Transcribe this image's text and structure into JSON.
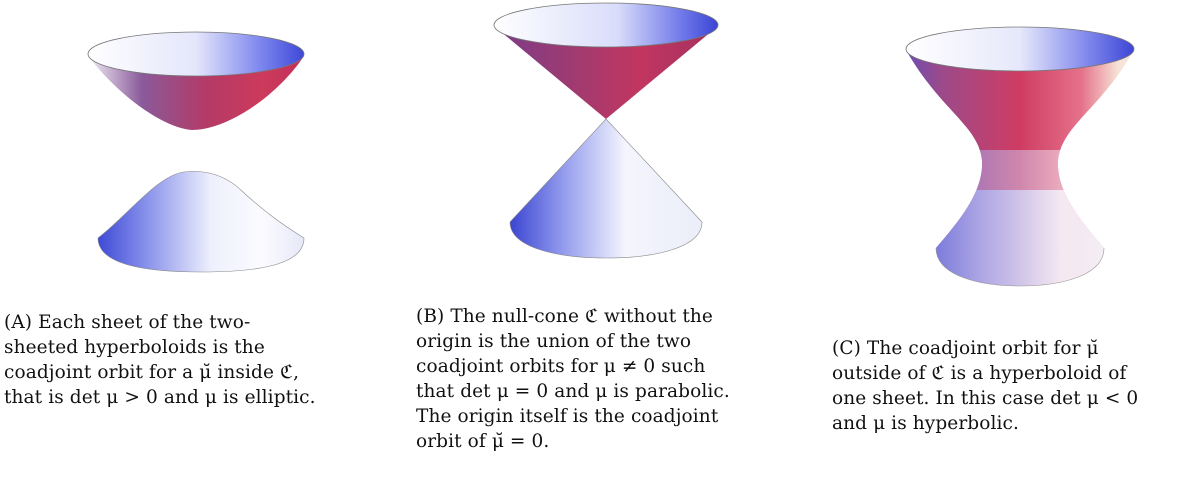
{
  "figures": [
    {
      "id": "A",
      "caption": {
        "label": "(A)",
        "lines": [
          "Each sheet of the two-",
          "sheeted hyperboloids is the",
          "coadjoint orbit for a μ̆ inside ℭ,",
          "that is det μ > 0 and μ is elliptic."
        ]
      }
    },
    {
      "id": "B",
      "caption": {
        "label": "(B)",
        "lines": [
          "The null-cone ℭ without the",
          "origin is the union of the two",
          "coadjoint orbits for μ ≠ 0 such",
          "that det μ = 0 and μ is parabolic.",
          "The origin itself is the coadjoint",
          "orbit of μ̆ = 0."
        ]
      }
    },
    {
      "id": "C",
      "caption": {
        "label": "(C)",
        "lines": [
          "The coadjoint orbit for μ̆",
          "outside of ℭ is a hyperboloid of",
          "one sheet. In this case det μ < 0",
          "and μ is hyperbolic."
        ]
      }
    }
  ],
  "colors": {
    "surface_red": "#c7335a",
    "surface_blue": "#4a55e0",
    "surface_white": "#f4f4fb",
    "surface_purple": "#7a3d8a"
  }
}
